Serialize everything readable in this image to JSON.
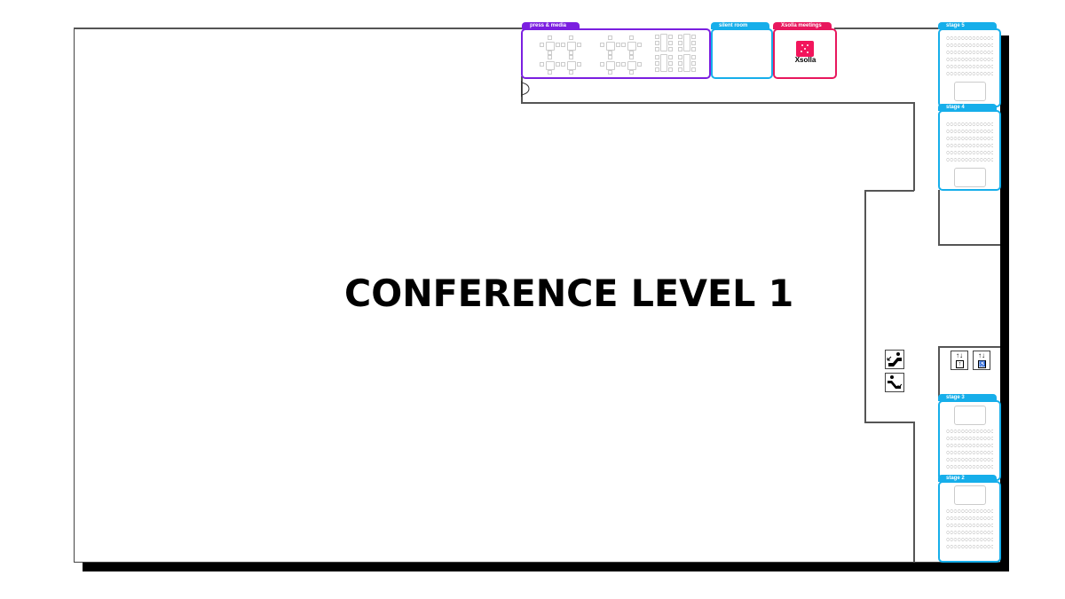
{
  "floor": {
    "title": "CONFERENCE LEVEL 1",
    "colors": {
      "purple": "#7b1fe0",
      "cyan": "#16aeea",
      "magenta": "#e8175d",
      "wall": "#444444",
      "shadow": "#000000",
      "seat": "#c9c9c9"
    }
  },
  "rooms": [
    {
      "id": "press-media",
      "label": "press & media",
      "color": "#7b1fe0"
    },
    {
      "id": "silent-room",
      "label": "silent room",
      "color": "#16aeea"
    },
    {
      "id": "xsolla-meetings",
      "label": "Xsolla meetings",
      "color": "#e8175d",
      "logo_text": "Xsolla"
    },
    {
      "id": "stage-5",
      "label": "stage 5",
      "color": "#16aeea"
    },
    {
      "id": "stage-4",
      "label": "stage 4",
      "color": "#16aeea"
    },
    {
      "id": "stage-3",
      "label": "stage 3",
      "color": "#16aeea"
    },
    {
      "id": "stage-2",
      "label": "stage 2",
      "color": "#16aeea"
    }
  ],
  "icons": {
    "escalator_up": "escalator-up",
    "escalator_down": "escalator-down",
    "elevator": "elevator",
    "elevator_accessible": "elevator-accessible",
    "elevator_arrows": "↑↓",
    "elevator_symbol": "↑",
    "elevator_accessible_symbol": "♿"
  }
}
